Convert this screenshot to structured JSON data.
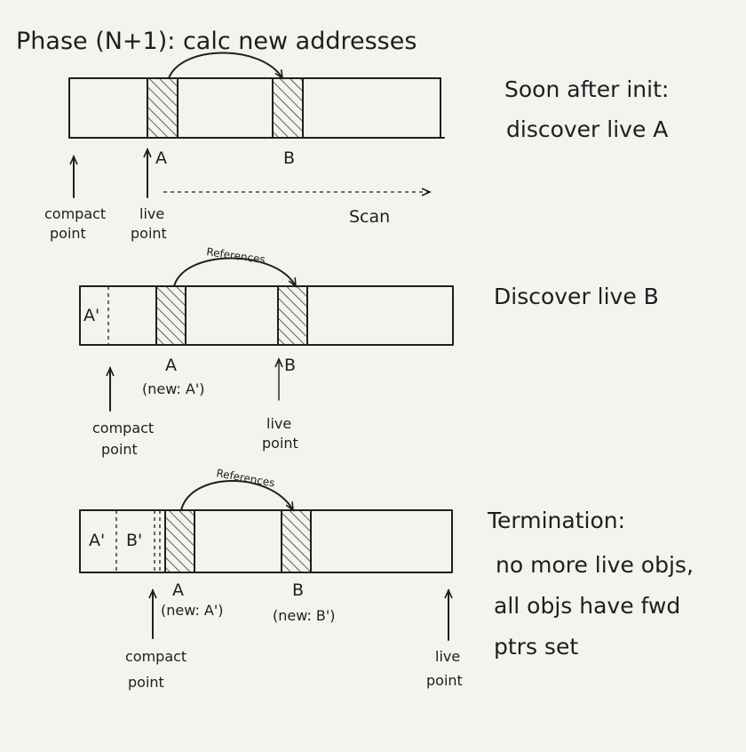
{
  "title": "Phase (N+1): calc new addresses",
  "panel1": {
    "note": [
      "Soon after init:",
      "discover live A"
    ],
    "label_a": "A",
    "label_b": "B",
    "compact_point": [
      "compact",
      "point"
    ],
    "live_point": [
      "live",
      "point"
    ],
    "scan": "Scan"
  },
  "panel2": {
    "note": [
      "Discover live B"
    ],
    "edge_label": "References",
    "label_a_prime": "A'",
    "label_a": "A",
    "label_a_new": "(new: A')",
    "label_b": "B",
    "compact_point": [
      "compact",
      "point"
    ],
    "live_point": [
      "live",
      "point"
    ]
  },
  "panel3": {
    "note": [
      "Termination:",
      "no more live objs,",
      "all objs have fwd",
      "ptrs set"
    ],
    "edge_label": "References",
    "label_a_prime": "A'",
    "label_b_prime": "B'",
    "label_a": "A",
    "label_a_new": "(new: A')",
    "label_b": "B",
    "label_b_new": "(new: B')",
    "compact_point": [
      "compact",
      "point"
    ],
    "live_point": [
      "live",
      "point"
    ]
  }
}
